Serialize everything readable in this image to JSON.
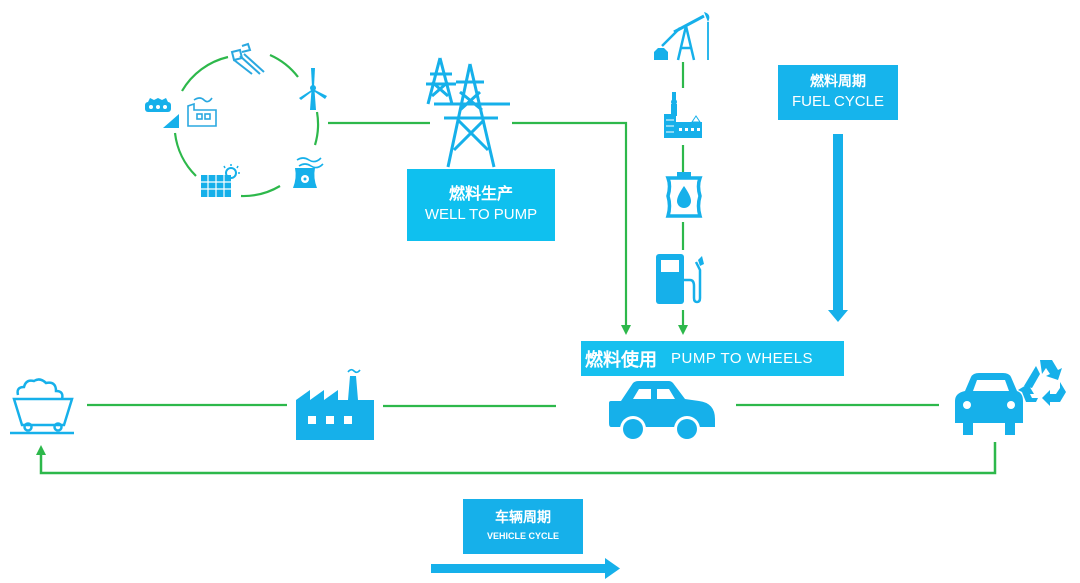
{
  "diagram": {
    "title": "Vehicle life cycle: fuel cycle and vehicle cycle",
    "colors": {
      "icon_blue": "#16b0ea",
      "label_blue": "#0fc0ef",
      "connector_green": "#2db84b",
      "label_text": "#ffffff"
    },
    "labels": {
      "well_to_pump": {
        "cn": "燃料生产",
        "en": "WELL TO PUMP"
      },
      "fuel_cycle": {
        "cn": "燃料周期",
        "en": "FUEL CYCLE"
      },
      "pump_to_wheels": {
        "cn": "燃料使用",
        "en": "PUMP TO WHEELS"
      },
      "vehicle_cycle": {
        "cn": "车辆周期",
        "en": "VEHICLE CYCLE"
      }
    },
    "energy_cycle_icons": [
      "hydro-dam-icon",
      "wind-turbine-icon",
      "nuclear-plant-icon",
      "solar-panel-icon",
      "coal-mining-icon",
      "power-plant-icon"
    ],
    "transmission_icon": "transmission-tower-icon",
    "oil_chain_icons": [
      "oil-pump-jack-icon",
      "refinery-icon",
      "oil-barrel-icon",
      "fuel-pump-icon"
    ],
    "vehicle_chain_icons": [
      "ore-cart-icon",
      "factory-icon",
      "car-side-icon",
      "car-front-icon",
      "recycle-icon"
    ]
  }
}
